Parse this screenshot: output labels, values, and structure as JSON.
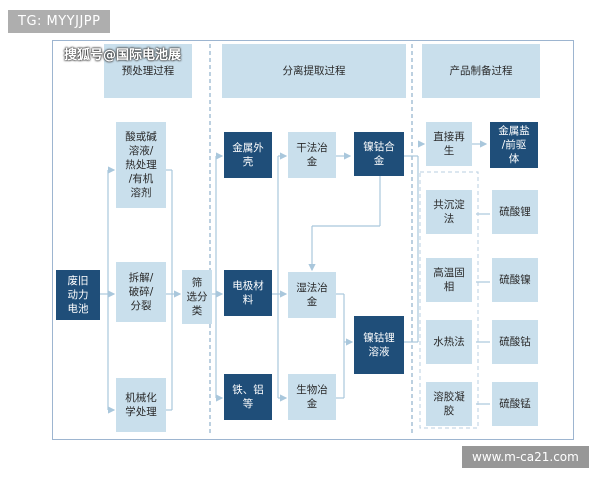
{
  "watermarks": {
    "top_left": "TG: MYYJJPP",
    "sohu": "搜狐号@国际电池展",
    "bottom_right": "www.m-ca21.com"
  },
  "headers": {
    "pretreatment": "预处理过程",
    "extraction": "分离提取过程",
    "product": "产品制备过程"
  },
  "input": {
    "battery": "废旧\n动力\n电池"
  },
  "pretreatment": {
    "acid": "酸或碱\n溶液/\n热处理\n/有机\n溶剂",
    "dismantle": "拆解/\n破碎/\n分裂",
    "mechanical": "机械化\n学处理",
    "screening": "筛\n选分\n类"
  },
  "extraction": {
    "shell": "金属外\n壳",
    "electrode": "电极材\n料",
    "iron_aluminum": "铁、铝\n等",
    "dry": "干法冶\n金",
    "wet": "湿法冶\n金",
    "bio": "生物冶\n金",
    "nico_alloy": "镍钴合\n金",
    "nicoli_solution": "镍钴锂\n溶液"
  },
  "product": {
    "direct": "直接再\n生",
    "precursor": "金属盐\n/前驱\n体",
    "coprecip": "共沉淀\n法",
    "hightemp": "高温固\n相",
    "hydrothermal": "水热法",
    "solgel": "溶胶凝\n胶",
    "li_sulfate": "硫酸锂",
    "ni_sulfate": "硫酸镍",
    "co_sulfate": "硫酸钴",
    "mn_sulfate": "硫酸锰"
  }
}
